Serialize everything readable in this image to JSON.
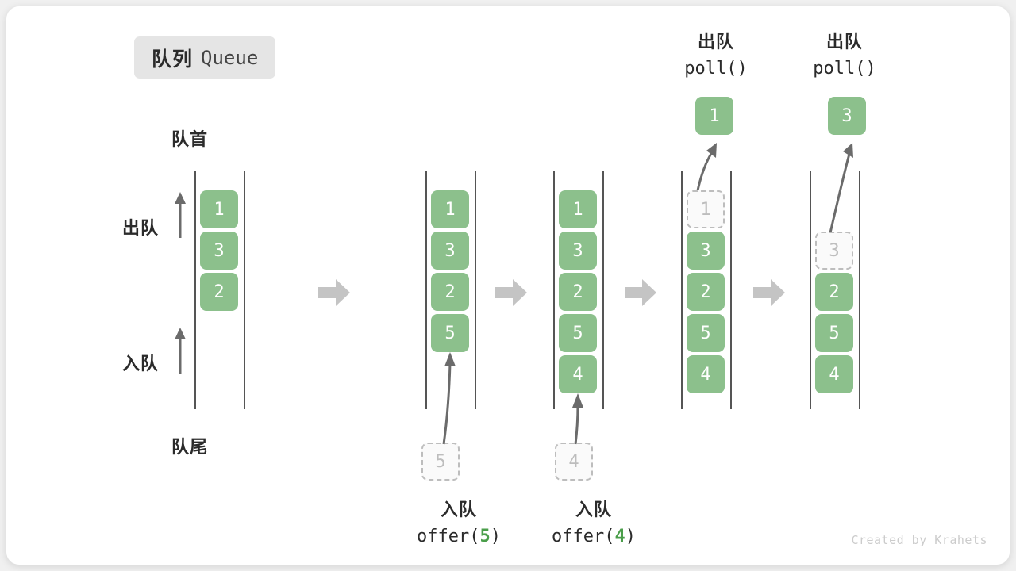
{
  "title": {
    "cn": "队列",
    "en": "Queue"
  },
  "colors": {
    "cell_fill": "#8cc08c",
    "cell_text": "#ffffff",
    "ghost_border": "#bdbdbd",
    "ghost_text": "#bdbdbd",
    "rail": "#555555",
    "arrow_gray": "#6b6b6b",
    "block_arrow": "#c4c4c4",
    "accent_green": "#4a9e4a",
    "badge_bg": "#e5e5e5"
  },
  "labels": {
    "front": "队首",
    "rear": "队尾",
    "dequeue_side": "出队",
    "enqueue_side": "入队"
  },
  "credit": "Created by Krahets",
  "stages": [
    {
      "id": "stage-initial",
      "cells": [
        "1",
        "3",
        "2"
      ],
      "ghost": null,
      "top_label": null,
      "bottom_label": null
    },
    {
      "id": "stage-offer-5",
      "cells": [
        "1",
        "3",
        "2",
        "5"
      ],
      "ghost": {
        "value": "5",
        "position": "bottom"
      },
      "top_label": null,
      "bottom_label": {
        "line1": "入队",
        "line2_prefix": "offer(",
        "line2_arg": "5",
        "line2_suffix": ")"
      }
    },
    {
      "id": "stage-offer-4",
      "cells": [
        "1",
        "3",
        "2",
        "5",
        "4"
      ],
      "ghost": {
        "value": "4",
        "position": "bottom"
      },
      "top_label": null,
      "bottom_label": {
        "line1": "入队",
        "line2_prefix": "offer(",
        "line2_arg": "4",
        "line2_suffix": ")"
      }
    },
    {
      "id": "stage-poll-1",
      "cells": [
        "3",
        "2",
        "5",
        "4"
      ],
      "ghost": {
        "value": "1",
        "position": "slot0"
      },
      "top_label": {
        "line1": "出队",
        "line2": "poll()",
        "popped": "1"
      },
      "bottom_label": null
    },
    {
      "id": "stage-poll-3",
      "cells": [
        "2",
        "5",
        "4"
      ],
      "ghost": {
        "value": "3",
        "position": "slot1"
      },
      "top_label": {
        "line1": "出队",
        "line2": "poll()",
        "popped": "3"
      },
      "bottom_label": null
    }
  ]
}
